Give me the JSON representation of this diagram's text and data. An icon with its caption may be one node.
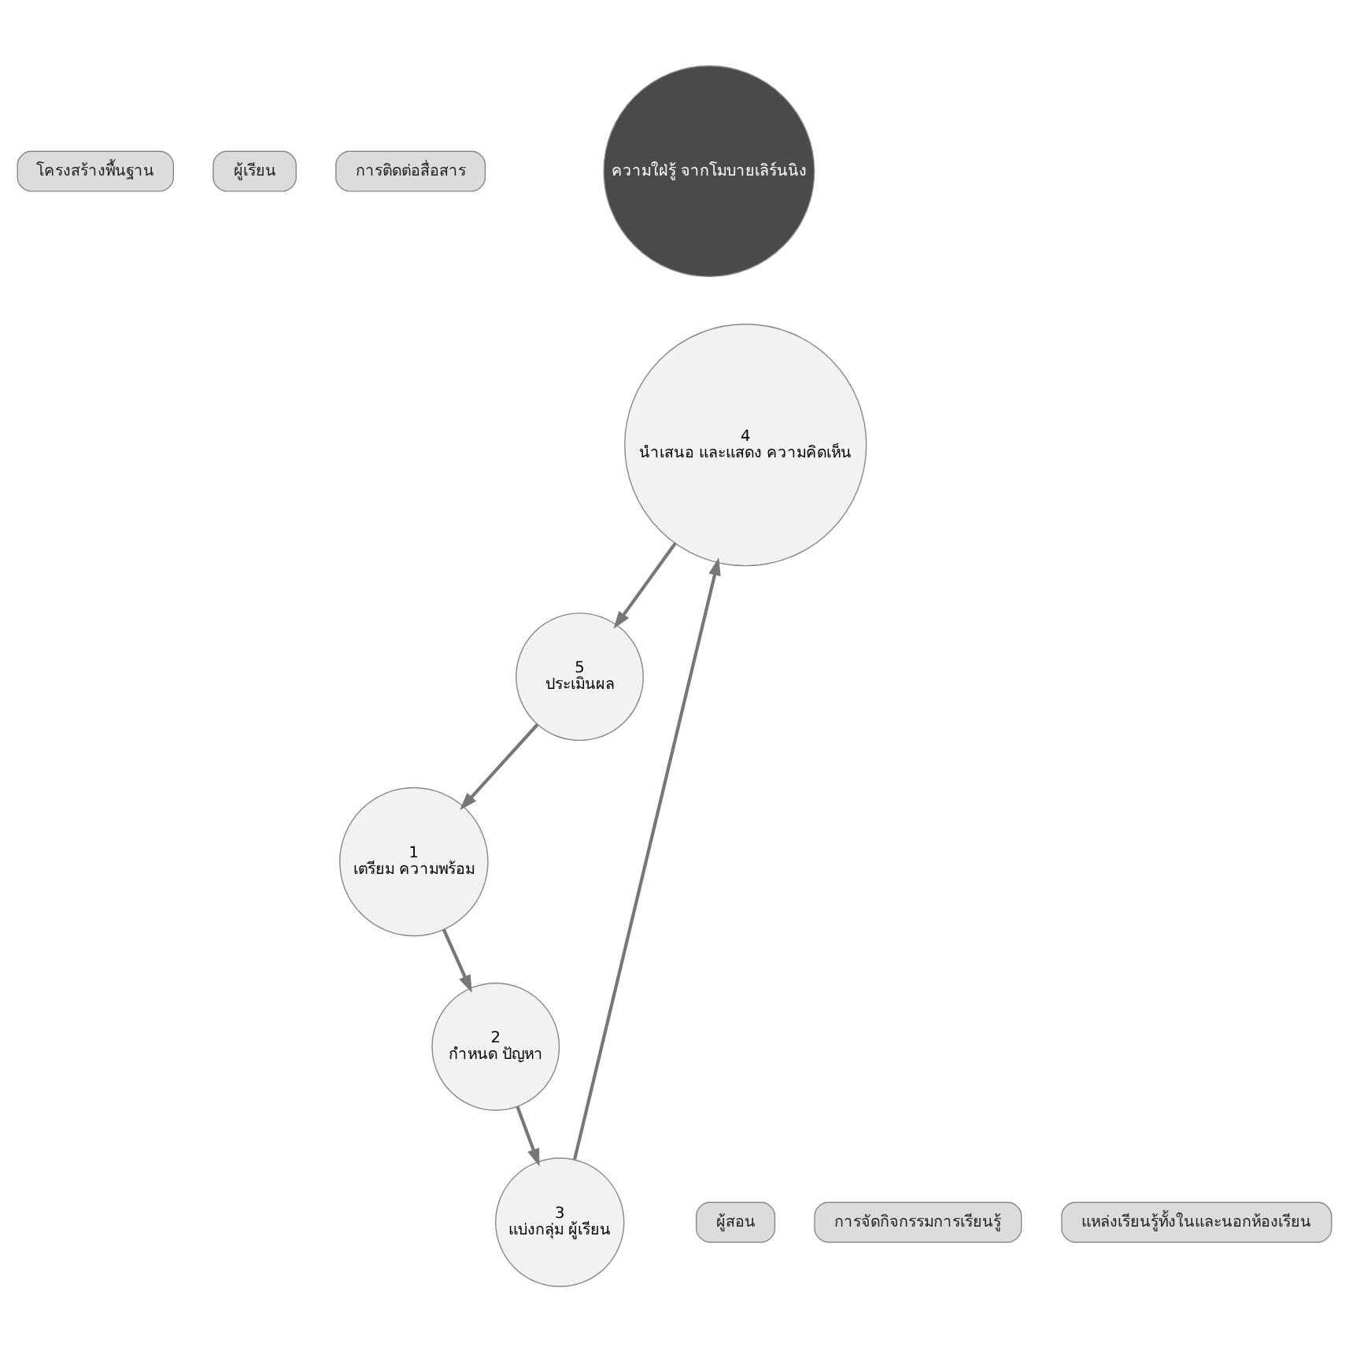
{
  "diagram": {
    "nodes": [
      {
        "text": [
          "ความใฝ่รู้ จากโมบายเลิร์นนิง"
        ]
      },
      {
        "text": [
          "1",
          "เตรียม ความพร้อม"
        ]
      },
      {
        "text": [
          "2",
          "กำหนด ปัญหา"
        ]
      },
      {
        "text": [
          "3",
          "แบ่งกลุ่ม ผู้เรียน"
        ]
      },
      {
        "text": [
          "4",
          "นำเสนอ และแสดง ความคิดเห็น"
        ]
      },
      {
        "text": [
          "5",
          "ประเมินผล"
        ]
      },
      {
        "text": [
          "โครงสร้างพื้นฐาน"
        ]
      },
      {
        "text": [
          "ผู้เรียน"
        ]
      },
      {
        "text": [
          "ผู้สอน"
        ]
      },
      {
        "text": [
          "การจัดกิจกรรมการเรียนรู้"
        ]
      },
      {
        "text": [
          "แหล่งเรียนรู้ทั้งในและนอกห้องเรียน"
        ]
      },
      {
        "text": [
          "การติดต่อสื่อสาร"
        ]
      }
    ],
    "edges": [
      {
        "from": 1,
        "to": 2,
        "arrow": "to"
      },
      {
        "from": 2,
        "to": 3,
        "arrow": "to"
      },
      {
        "from": 3,
        "to": 4,
        "arrow": "to"
      },
      {
        "from": 4,
        "to": 5,
        "arrow": "to"
      },
      {
        "from": 5,
        "to": 1,
        "arrow": "to"
      }
    ]
  }
}
